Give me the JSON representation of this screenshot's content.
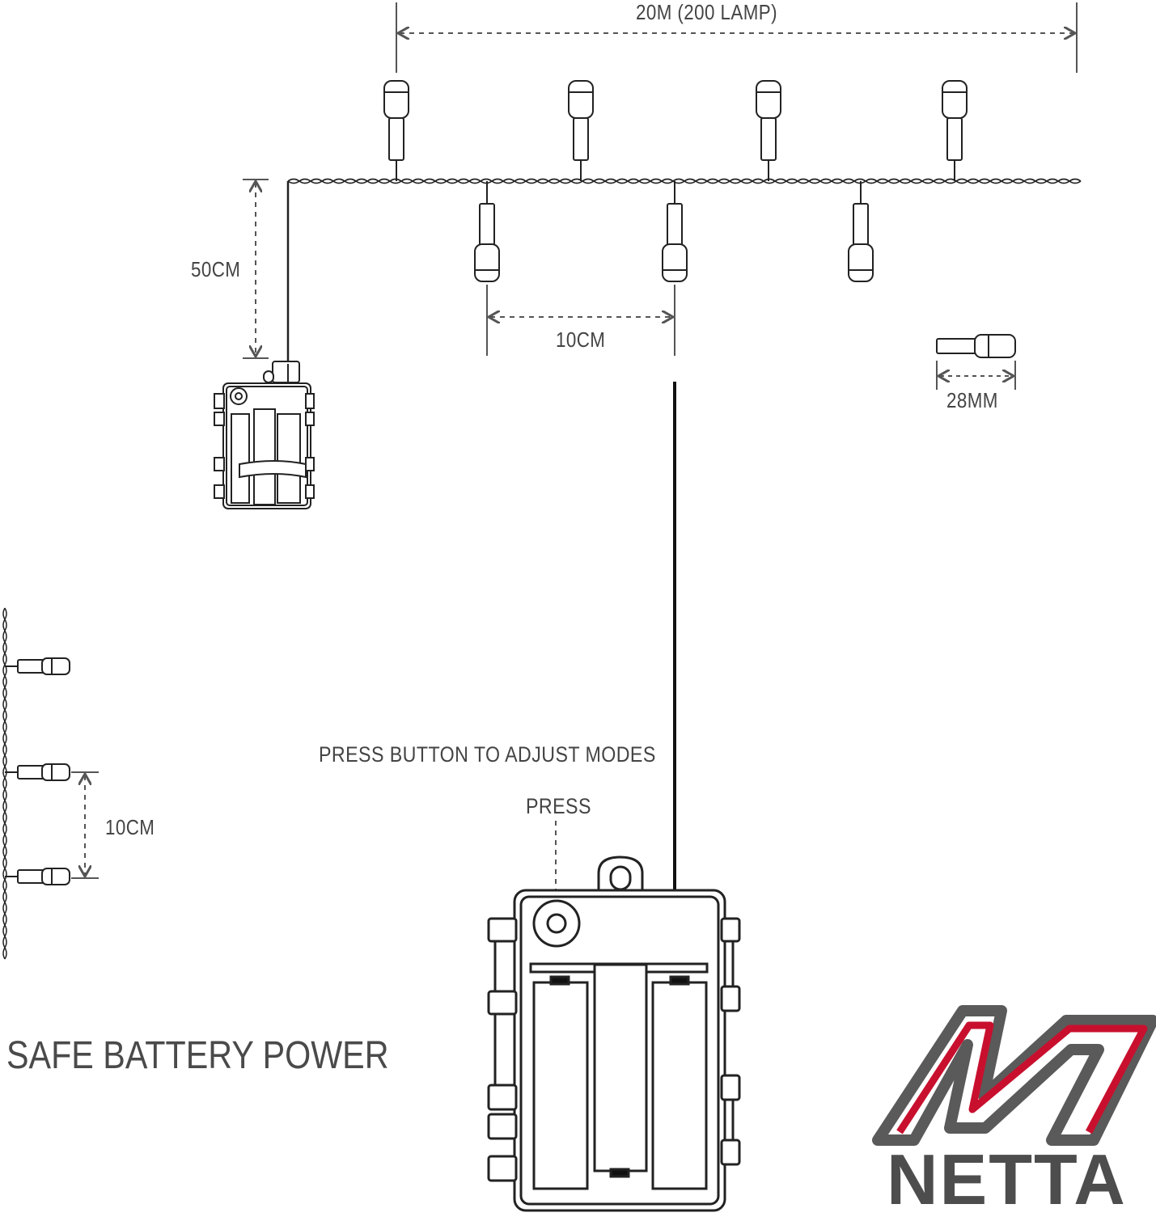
{
  "labels": {
    "total_length": "20M (200 LAMP)",
    "lead_length": "50CM",
    "bulb_spacing_top": "10CM",
    "bulb_size": "28MM",
    "instruction": "PRESS BUTTON TO ADJUST MODES",
    "press": "PRESS",
    "bulb_spacing_side": "10CM",
    "headline": "SAFE BATTERY POWER"
  },
  "brand": {
    "name": "NETTA",
    "accent_color": "#c8102e",
    "grey_color": "#5a5a5a"
  },
  "colors": {
    "line": "#222222",
    "dim_line": "#555555",
    "text": "#444444"
  }
}
